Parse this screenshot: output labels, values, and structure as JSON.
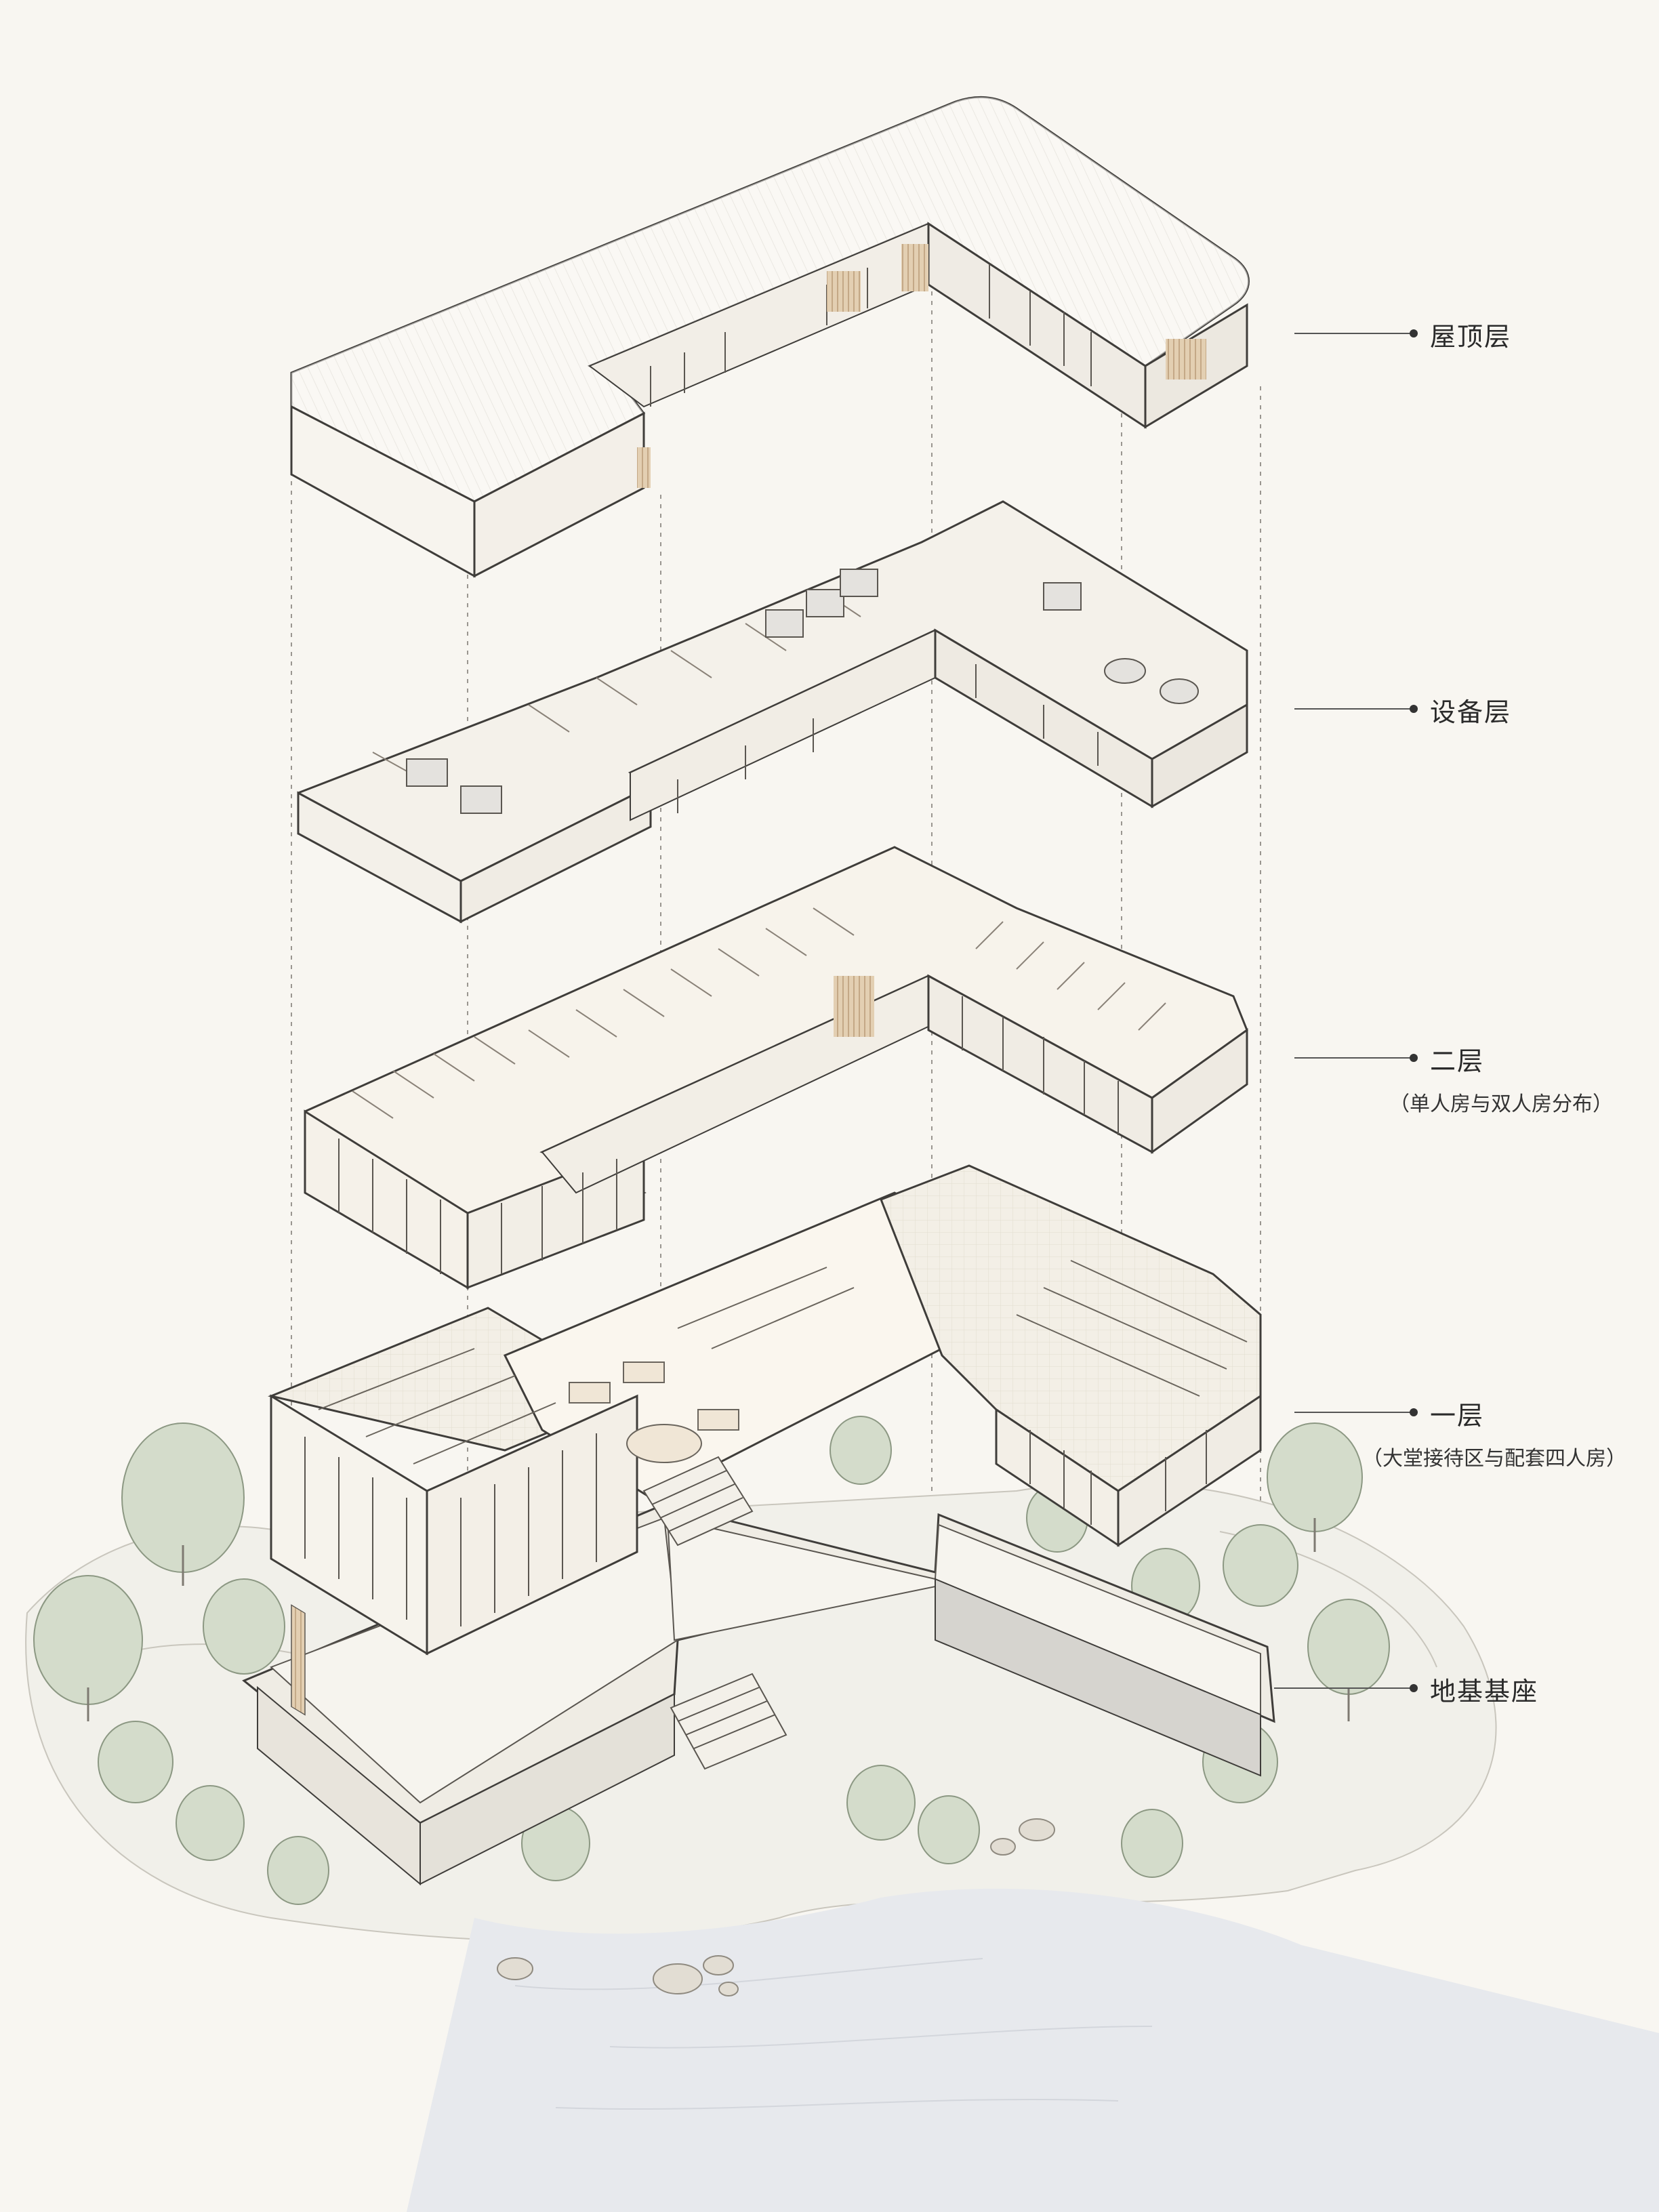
{
  "layers": [
    {
      "id": "roof",
      "title": "屋顶层",
      "subtitle": ""
    },
    {
      "id": "equipment",
      "title": "设备层",
      "subtitle": ""
    },
    {
      "id": "second",
      "title": "二层",
      "subtitle": "（单人房与双人房分布）"
    },
    {
      "id": "first",
      "title": "一层",
      "subtitle": "（大堂接待区与配套四人房）"
    },
    {
      "id": "base",
      "title": "地基基座",
      "subtitle": ""
    }
  ],
  "colors": {
    "background": "#f8f6f1",
    "wall": "#fbfaf6",
    "line": "#5a5650",
    "wood": "#d9c3a5",
    "glass": "#6d6f70",
    "foliage": "#c9d2bd",
    "water": "#e6e8ec"
  }
}
